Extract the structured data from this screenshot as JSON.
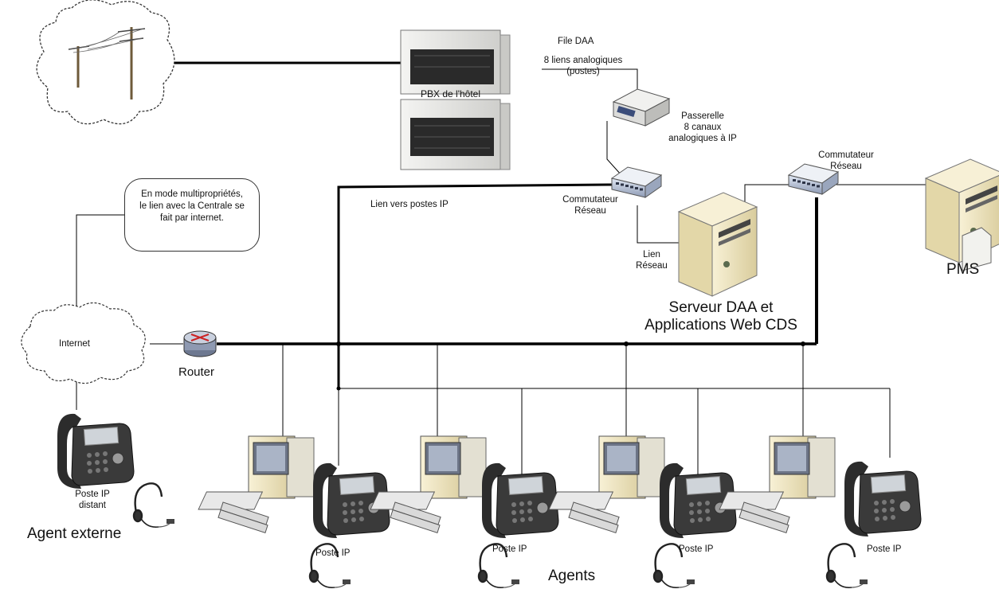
{
  "labels": {
    "file_daa": "File DAA",
    "analog_links": "8 liens analogiques\n(postes)",
    "pbx": "PBX de l'hôtel",
    "gateway": "Passerelle\n8 canaux\nanalogiques à IP",
    "switch_left": "Commutateur\nRéseau",
    "switch_right": "Commutateur\nRéseau",
    "ip_phones_link": "Lien vers postes IP",
    "network_link": "Lien\nRéseau",
    "server": "Serveur DAA et\nApplications Web CDS",
    "pms": "PMS",
    "multi_note": "En mode multipropriétés,\nle lien avec la Centrale se\nfait par internet.",
    "internet": "Internet",
    "router": "Router",
    "remote_phone": "Poste IP\ndistant",
    "external_agent": "Agent externe",
    "agents": "Agents",
    "ip_phone_1": "Poste IP",
    "ip_phone_2": "Poste IP",
    "ip_phone_3": "Poste IP",
    "ip_phone_4": "Poste IP"
  },
  "colors": {
    "line": "#000000",
    "device_light": "#e8e8e6",
    "device_dark": "#2a2a2a",
    "server_beige": "#efe6c4",
    "switch_blue": "#b9c3d6"
  },
  "icons": [
    "power-pole-icon",
    "cloud-icon",
    "router-icon",
    "network-switch-icon",
    "gateway-icon",
    "pbx-cabinet-icon",
    "server-icon",
    "desktop-computer-icon",
    "ip-phone-icon",
    "headset-icon"
  ]
}
